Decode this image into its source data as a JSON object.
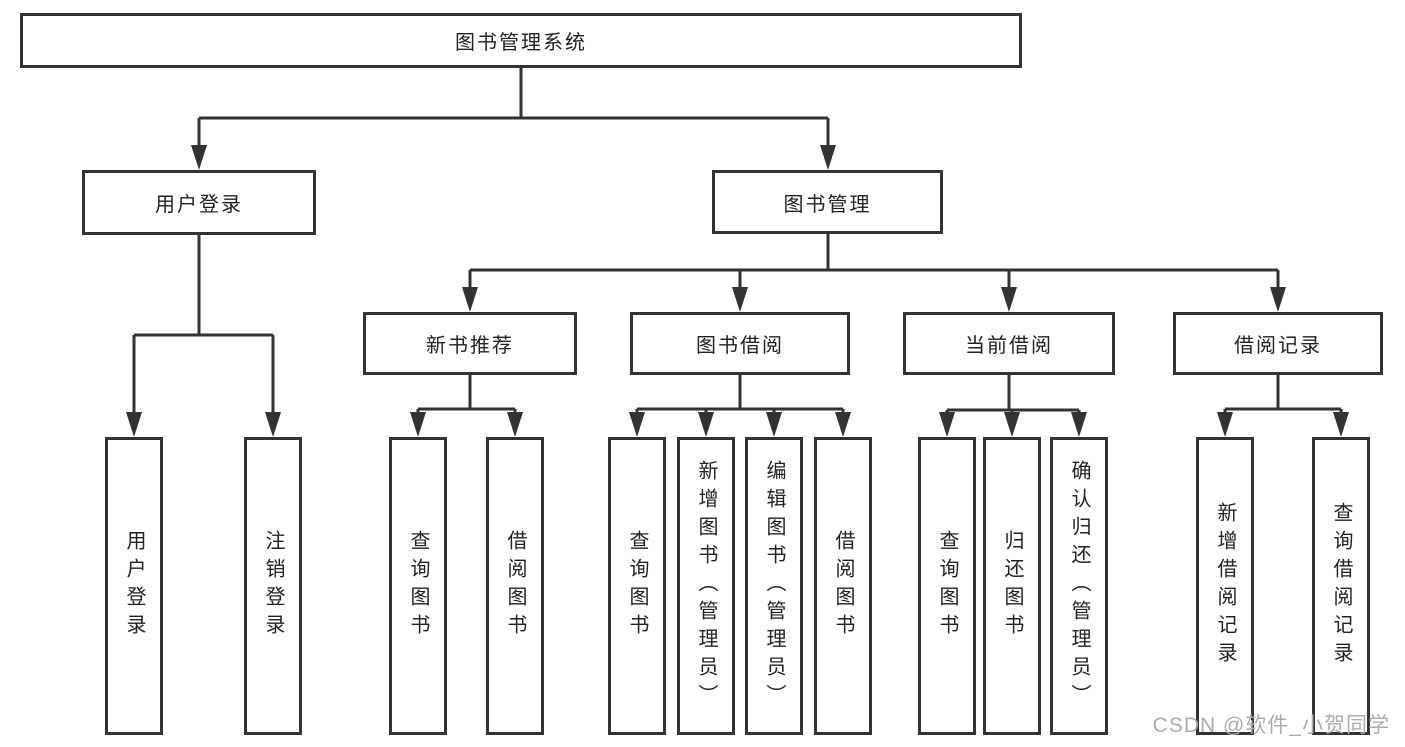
{
  "diagram": {
    "root": {
      "label": "图书管理系统"
    },
    "branches": [
      {
        "label": "用户登录",
        "children": [
          {
            "label": "用户登录"
          },
          {
            "label": "注销登录"
          }
        ]
      },
      {
        "label": "图书管理",
        "children": [
          {
            "label": "新书推荐",
            "children": [
              {
                "label": "查询图书"
              },
              {
                "label": "借阅图书"
              }
            ]
          },
          {
            "label": "图书借阅",
            "children": [
              {
                "label": "查询图书"
              },
              {
                "label": "新增图书（管理员）"
              },
              {
                "label": "编辑图书（管理员）"
              },
              {
                "label": "借阅图书"
              }
            ]
          },
          {
            "label": "当前借阅",
            "children": [
              {
                "label": "查询图书"
              },
              {
                "label": "归还图书"
              },
              {
                "label": "确认归还（管理员）"
              }
            ]
          },
          {
            "label": "借阅记录",
            "children": [
              {
                "label": "新增借阅记录"
              },
              {
                "label": "查询借阅记录"
              }
            ]
          }
        ]
      }
    ]
  },
  "watermark": {
    "text": "CSDN @软件_小贺同学"
  },
  "colors": {
    "line": "#333333",
    "box_border": "#333333",
    "text": "#222222",
    "watermark": "#a9aeb4",
    "background": "#ffffff"
  }
}
